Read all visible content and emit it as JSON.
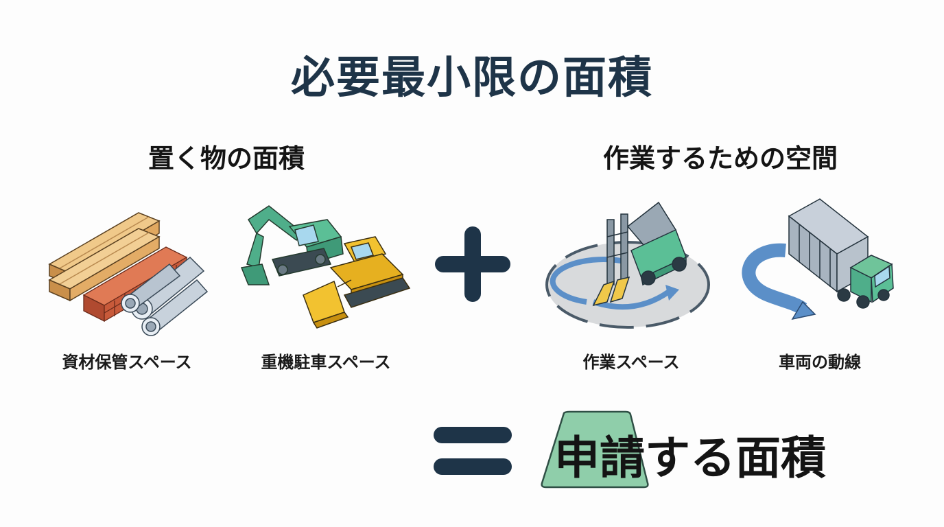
{
  "title": "必要最小限の面積",
  "groups": [
    {
      "heading": "置く物の面積",
      "items": [
        {
          "label": "資材保管スペース",
          "icon": "building-materials-icon"
        },
        {
          "label": "重機駐車スペース",
          "icon": "heavy-machinery-icon"
        }
      ]
    },
    {
      "heading": "作業するための空間",
      "items": [
        {
          "label": "作業スペース",
          "icon": "forklift-work-area-icon"
        },
        {
          "label": "車両の動線",
          "icon": "truck-route-icon"
        }
      ]
    }
  ],
  "operators": {
    "plus": "+",
    "equals": "="
  },
  "result": {
    "label": "申請する面積"
  },
  "colors": {
    "title": "#1e3448",
    "operator": "#1e3448",
    "highlight_fill": "#8fceaa",
    "highlight_stroke": "#2f4f45",
    "arrow_blue": "#5b8fc8"
  }
}
